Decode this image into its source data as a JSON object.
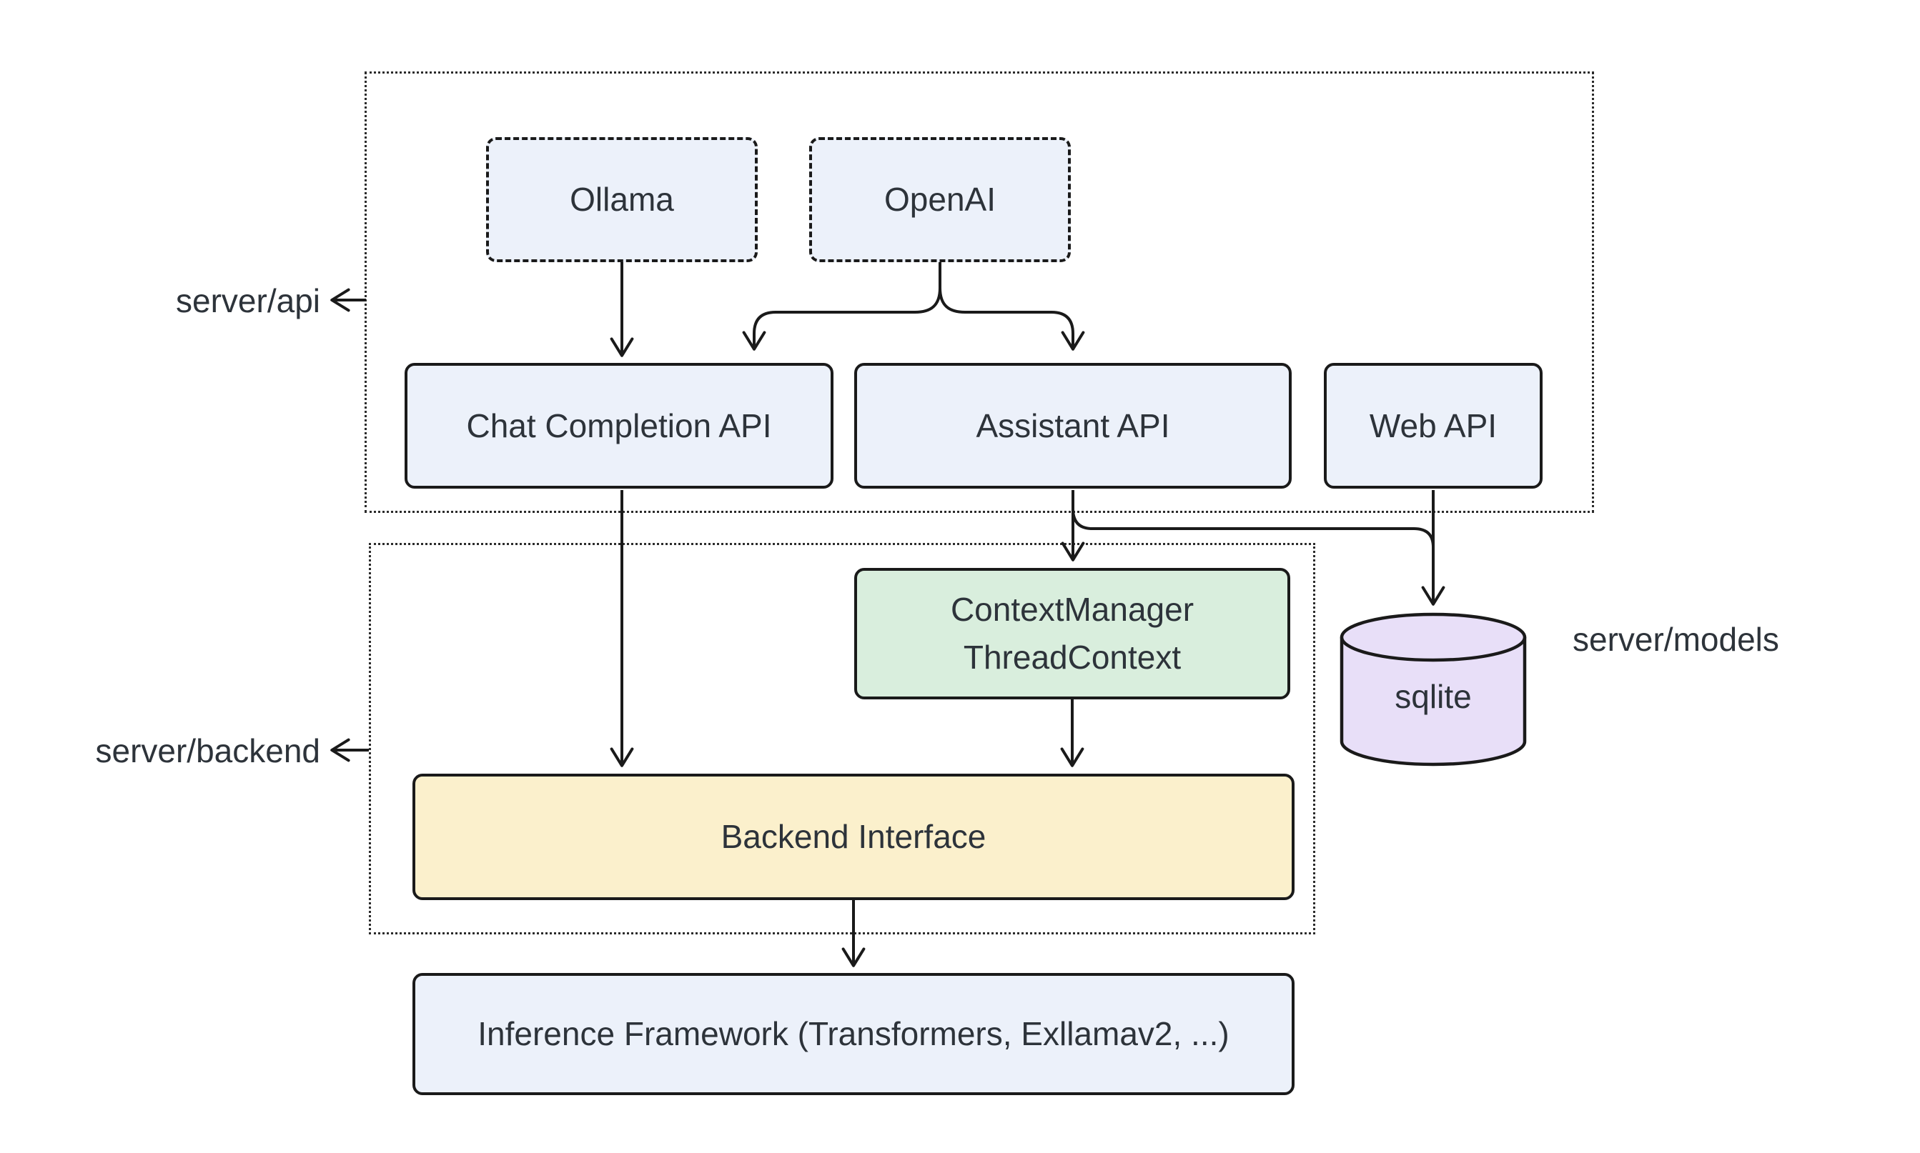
{
  "groups": {
    "server_api": "server/api",
    "server_backend": "server/backend",
    "server_models": "server/models"
  },
  "nodes": {
    "ollama": "Ollama",
    "openai": "OpenAI",
    "chat_completion_api": "Chat Completion API",
    "assistant_api": "Assistant API",
    "web_api": "Web API",
    "context_manager_line1": "ContextManager",
    "context_manager_line2": "ThreadContext",
    "sqlite": "sqlite",
    "backend_interface": "Backend Interface",
    "inference_framework": "Inference Framework (Transformers, Exllamav2, ...)"
  },
  "edges": [
    {
      "from": "Ollama",
      "to": "Chat Completion API"
    },
    {
      "from": "OpenAI",
      "to": "Chat Completion API"
    },
    {
      "from": "OpenAI",
      "to": "Assistant API"
    },
    {
      "from": "Chat Completion API",
      "to": "Backend Interface"
    },
    {
      "from": "Assistant API",
      "to": "ContextManager ThreadContext"
    },
    {
      "from": "Assistant API",
      "to": "sqlite"
    },
    {
      "from": "Web API",
      "to": "sqlite"
    },
    {
      "from": "ContextManager ThreadContext",
      "to": "Backend Interface"
    },
    {
      "from": "Backend Interface",
      "to": "Inference Framework (Transformers, Exllamav2, ...)"
    }
  ],
  "colors": {
    "node_fill_blue": "#ECF1FA",
    "node_fill_green": "#D9EEDD",
    "node_fill_yellow": "#FBF0CC",
    "node_fill_purple": "#E8DFF8",
    "border": "#1a1a1a",
    "text": "#2d333a",
    "background": "#ffffff"
  }
}
